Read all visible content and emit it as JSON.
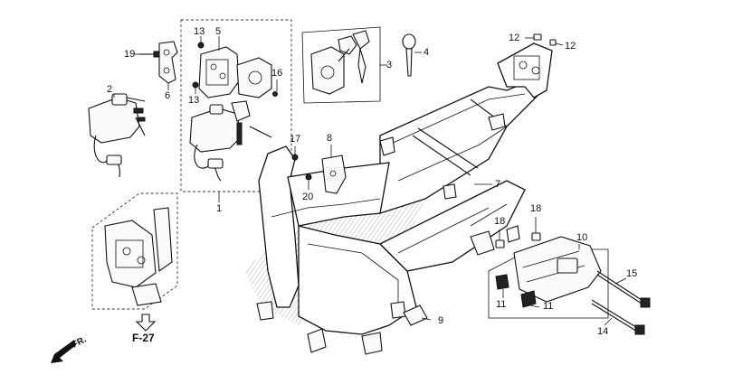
{
  "diagram": {
    "callouts": [
      {
        "id": "c1",
        "text": "1"
      },
      {
        "id": "c2",
        "text": "2"
      },
      {
        "id": "c3",
        "text": "3"
      },
      {
        "id": "c4",
        "text": "4"
      },
      {
        "id": "c5",
        "text": "5"
      },
      {
        "id": "c6",
        "text": "6"
      },
      {
        "id": "c7",
        "text": "7"
      },
      {
        "id": "c8",
        "text": "8"
      },
      {
        "id": "c9",
        "text": "9"
      },
      {
        "id": "c10",
        "text": "10"
      },
      {
        "id": "c11a",
        "text": "11"
      },
      {
        "id": "c11b",
        "text": "11"
      },
      {
        "id": "c12a",
        "text": "12"
      },
      {
        "id": "c12b",
        "text": "12"
      },
      {
        "id": "c13a",
        "text": "13"
      },
      {
        "id": "c13b",
        "text": "13"
      },
      {
        "id": "c14",
        "text": "14"
      },
      {
        "id": "c15",
        "text": "15"
      },
      {
        "id": "c16",
        "text": "16"
      },
      {
        "id": "c17",
        "text": "17"
      },
      {
        "id": "c18a",
        "text": "18"
      },
      {
        "id": "c18b",
        "text": "18"
      },
      {
        "id": "c19",
        "text": "19"
      },
      {
        "id": "c20",
        "text": "20"
      }
    ],
    "reference": "F-27",
    "direction": "FR."
  }
}
